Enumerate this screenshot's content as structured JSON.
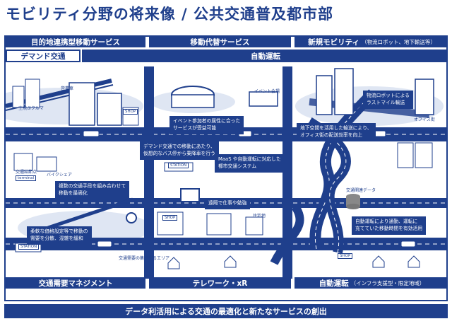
{
  "title": "モビリティ分野の将来像 / 公共交通普及都市部",
  "headers": {
    "top_left": "目的地連携型移動サービス",
    "top_mid": "移動代替サービス",
    "top_right": "新規モビリティ",
    "top_right_note": "（物流ロボット、地下輸送等）",
    "sub_left": "デマンド交通",
    "sub_mid": "自動運転",
    "bot_left": "交通需要マネジメント",
    "bot_mid": "テレワーク・xR",
    "bot_right": "自動運転",
    "bot_right_note": "（インフラ支援型・限定地域）"
  },
  "footer": "データ利活用による交通の最適化と新たなサービスの創出",
  "captions": {
    "event": [
      "イベント参加者の属性に合った",
      "サービスが受益可能"
    ],
    "demand": [
      "デマンド交通での移動にあたり、",
      "仮想的なバス停から乗降車を行う"
    ],
    "maas": [
      "MaaS や自動運転に対応した",
      "都市交通システム"
    ],
    "robot": [
      "物流ロボットによる",
      "ラストマイル輸送"
    ],
    "underground": [
      "地下空間を活用した輸送により、",
      "オフィス街の配送効率を向上"
    ],
    "combo": [
      "複数の交通手段を組み合わせて",
      "移動を最適化"
    ],
    "telework": [
      "遠隔で仕事や勉強"
    ],
    "pricing": [
      "柔軟な価格設定等で移動の",
      "需要を分散、混雑を緩和"
    ],
    "autodrive": [
      "自動運転により通勤、運転に",
      "充てていた移動時間を有効活用"
    ]
  },
  "labels": {
    "commerce": "営業車",
    "flying_car": "空飛ぶクルマ",
    "event_venue": "イベント会場",
    "office": "オフィス街",
    "bike_share": "バイクシェア",
    "transit_station": "交通結節点",
    "traffic_data": "交通関連データ",
    "congestion": "交通需要の集中するエリア",
    "home": "住宅地"
  },
  "signs": {
    "station": "STATION",
    "shop": "SHOP",
    "terminal": "terminal"
  },
  "colors": {
    "navy": "#1f3f8c",
    "light": "#dfe6f3",
    "road": "#ffffff",
    "shade": "#b8c6e2"
  }
}
